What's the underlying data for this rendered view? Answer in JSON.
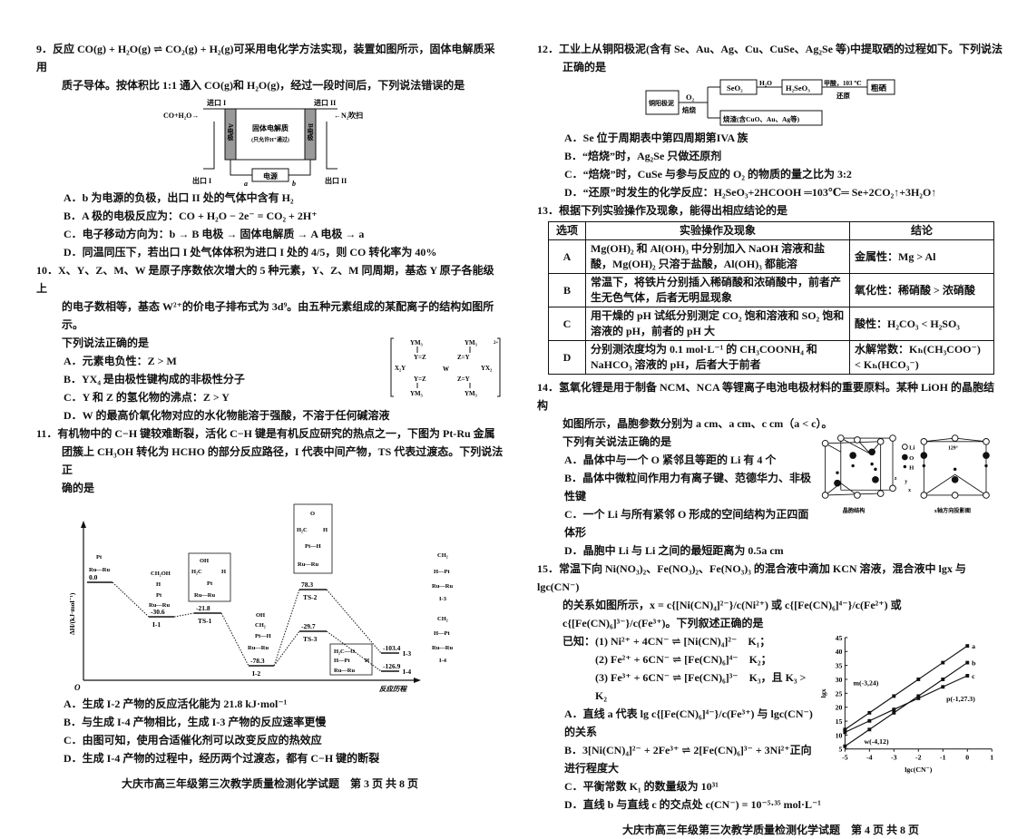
{
  "left_page": {
    "q9": {
      "stem": [
        "9．反应 CO(g) + H₂O(g) ⇌ CO₂(g) + H₂(g)可采用电化学方法实现，装置如图所示，固体电解质采用",
        "质子导体。按体积比 1:1 通入 CO(g)和 H₂O(g)，经过一段时间后，下列说法错误的是"
      ],
      "figure": {
        "inlet1": "进口 I",
        "inlet2": "进口 II",
        "feed1": "CO+H₂O→",
        "feed2": "←N₂吹扫",
        "electrode_a": "A电极",
        "electrode_b": "B电极",
        "electrolyte": "固体电解质",
        "electrolyte_note": "(只允许H⁺通过)",
        "outlet1": "出口 I",
        "outlet2": "出口 II",
        "power": "电源",
        "pole_a": "a",
        "pole_b": "b"
      },
      "options": [
        "A．b 为电源的负极，出口 II 处的气体中含有 H₂",
        "B．A 极的电极反应为：CO + H₂O − 2e⁻ = CO₂ + 2H⁺",
        "C．电子移动方向为：b → B 电极 → 固体电解质 → A 电极 → a",
        "D．同温同压下，若出口 I 处气体体积为进口 I 处的 4/5，则 CO 转化率为 40%"
      ]
    },
    "q10": {
      "stem": [
        "10．X、Y、Z、M、W 是原子序数依次增大的 5 种元素，Y、Z、M 同周期，基态 Y 原子各能级上",
        "的电子数相等，基态 W²⁺的价电子排布式为 3d⁹。由五种元素组成的某配离子的结构如图所示。",
        "下列说法正确的是"
      ],
      "figure": {
        "ym3": "YM₃",
        "x2y": "X₂Y",
        "yx2": "YX₂",
        "yz": "Y=Z",
        "zy": "Z=Y",
        "w": "W",
        "charge": "2+"
      },
      "options": [
        "A．元素电负性：Z > M",
        "B．YX₄ 是由极性键构成的非极性分子",
        "C．Y 和 Z 的氢化物的沸点：Z > Y",
        "D．W 的最高价氧化物对应的水化物能溶于强酸，不溶于任何碱溶液"
      ]
    },
    "q11": {
      "stem": [
        "11．有机物中的 C−H 键较难断裂，活化 C−H 键是有机反应研究的热点之一，下图为 Pt-Ru 金属",
        "团簇上 CH₃OH 转化为 HCHO 的部分反应路径，I 代表中间产物，TS 代表过渡态。下列说法正",
        "确的是"
      ],
      "figure": {
        "ylabel": "ΔH/(kJ·mol⁻¹)",
        "xlabel": "反应历程",
        "origin": "O",
        "levels": [
          {
            "name": "",
            "value": "0.0"
          },
          {
            "name": "I-1",
            "value": "-30.6"
          },
          {
            "name": "TS-1",
            "value": "-21.8"
          },
          {
            "name": "I-2",
            "value": "-78.3"
          },
          {
            "name": "TS-2",
            "value": "78.3"
          },
          {
            "name": "TS-3",
            "value": "-29.7"
          },
          {
            "name": "I-3",
            "value": "-103.4"
          },
          {
            "name": "I-4",
            "value": "-126.9"
          }
        ],
        "atoms": {
          "pt": "Pt",
          "ruru": "Ru—Ru",
          "ch2oh": "CH₂OH",
          "h": "H",
          "oh": "OH",
          "h2c": "H₂C",
          "ch2": "CH₂",
          "pth": "Pt—H",
          "o": "O",
          "h2co": "H₂C—O",
          "hpt": "H—Pt",
          "ch2b": "CH₂"
        }
      },
      "options": [
        "A．生成 I-2 产物的反应活化能为 21.8 kJ·mol⁻¹",
        "B．与生成 I-4 产物相比，生成 I-3 产物的反应速率更慢",
        "C．由图可知，使用合适催化剂可以改变反应的热效应",
        "D．生成 I-4 产物的过程中，经历两个过渡态，都有 C−H 键的断裂"
      ]
    },
    "footer": "大庆市高三年级第三次教学质量检测化学试题　第 3 页 共 8 页"
  },
  "right_page": {
    "q12": {
      "stem": [
        "12．工业上从铜阳极泥(含有 Se、Au、Ag、Cu、CuSe、Ag₂Se 等)中提取硒的过程如下。下列说法",
        "正确的是"
      ],
      "flow": {
        "start": "铜阳极泥",
        "o2": "O₂",
        "roast": "焙烧",
        "seo2": "SeO₂",
        "h2o": "H₂O",
        "h2seo3": "H₂SeO₃",
        "reagent": "甲酸，103 ℃",
        "reduce": "还原",
        "product": "粗硒",
        "residue": "烧渣(含CuO、Au、Ag等)"
      },
      "options": [
        "A．Se 位于周期表中第四周期第IVA 族",
        "B．“焙烧”时，Ag₂Se 只做还原剂",
        "C．“焙烧”时，CuSe 与参与反应的 O₂ 的物质的量之比为 3:2",
        "D．“还原”时发生的化学反应：H₂SeO₃+2HCOOH ═103℃═ Se+2CO₂↑+3H₂O↑"
      ]
    },
    "q13": {
      "stem": "13．根据下列实验操作及现象，能得出相应结论的是",
      "headers": [
        "选项",
        "实验操作及现象",
        "结论"
      ],
      "rows": [
        {
          "opt": "A",
          "op": "Mg(OH)₂ 和 Al(OH)₃ 中分别加入 NaOH 溶液和盐酸，Mg(OH)₂ 只溶于盐酸，Al(OH)₃ 都能溶",
          "concl": "金属性：Mg > Al"
        },
        {
          "opt": "B",
          "op": "常温下，将铁片分别插入稀硝酸和浓硝酸中，前者产生无色气体，后者无明显现象",
          "concl": "氧化性：稀硝酸 > 浓硝酸"
        },
        {
          "opt": "C",
          "op": "用干燥的 pH 试纸分别测定 CO₂ 饱和溶液和 SO₂ 饱和溶液的 pH，前者的 pH 大",
          "concl": "酸性：H₂CO₃ < H₂SO₃"
        },
        {
          "opt": "D",
          "op": "分别测浓度均为 0.1 mol·L⁻¹ 的 CH₃COONH₄ 和 NaHCO₃ 溶液的 pH，后者大于前者",
          "concl": "水解常数：Kₕ(CH₃COO⁻) < Kₕ(HCO₃⁻)"
        }
      ]
    },
    "q14": {
      "stem": [
        "14．氢氧化锂是用于制备 NCM、NCA 等锂离子电池电极材料的重要原料。某种 LiOH 的晶胞结构",
        "如图所示，晶胞参数分别为 a cm、a cm、c cm（a < c）。",
        "下列有关说法正确的是"
      ],
      "figure": {
        "legend_li": "Li",
        "legend_o": "O",
        "legend_h": "H",
        "angle": "129°",
        "axis_z": "z",
        "axis_y": "y",
        "axis_x": "x",
        "caption1": "晶胞结构",
        "caption2": "x轴方向投影图"
      },
      "options": [
        "A．晶体中与一个 O 紧邻且等距的 Li 有 4 个",
        "B．晶体中微粒间作用力有离子键、范德华力、非极性键",
        "C．一个 Li 与所有紧邻 O 形成的空间结构为正四面体形",
        "D．晶胞中 Li 与 Li 之间的最短距离为 0.5a cm"
      ]
    },
    "q15": {
      "stem": [
        "15．常温下向 Ni(NO₃)₂、Fe(NO₃)₂、Fe(NO₃)₃ 的混合液中滴加 KCN 溶液，混合液中 lgx 与 lgc(CN⁻)",
        "的关系如图所示，x = c{[Ni(CN)₄]²⁻}/c(Ni²⁺) 或 c{[Fe(CN)₆]⁴⁻}/c(Fe²⁺) 或 c{[Fe(CN)₆]³⁻}/c(Fe³⁺)。下列叙述正确的是"
      ],
      "known": [
        "已知：(1) Ni²⁺ + 4CN⁻ ⇌ [Ni(CN)₄]²⁻　K₁；",
        "(2) Fe²⁺ + 6CN⁻ ⇌ [Fe(CN)₆]⁴⁻　K₂；",
        "(3) Fe³⁺ + 6CN⁻ ⇌ [Fe(CN)₆]³⁻　K₃，且 K₃ > K₂"
      ],
      "options": [
        "A．直线 a 代表 lg c{[Fe(CN)₆]⁴⁻}/c(Fe³⁺) 与 lgc(CN⁻)的关系",
        "B．3[Ni(CN)₄]²⁻ + 2Fe³⁺ ⇌ 2[Fe(CN)₆]³⁻ + 3Ni²⁺正向进行程度大",
        "C．平衡常数 K₁ 的数量级为 10³¹",
        "D．直线 b 与直线 c 的交点处 c(CN⁻) = 10⁻⁵·³⁵ mol·L⁻¹"
      ],
      "chart_data": {
        "type": "line",
        "xlabel": "lgc(CN⁻)",
        "ylabel": "lgx",
        "xlim": [
          -5,
          1
        ],
        "ylim": [
          5,
          45
        ],
        "xticks": [
          "-5",
          "-4",
          "-3",
          "-2",
          "-1",
          "0",
          "1"
        ],
        "yticks": [
          "5",
          "10",
          "15",
          "20",
          "25",
          "30",
          "35",
          "40",
          "45"
        ],
        "series": [
          {
            "name": "a",
            "x": [
              -5,
              -4,
              -3,
              -2,
              -1,
              0
            ],
            "y": [
              12,
              18,
              24,
              30,
              36,
              42
            ]
          },
          {
            "name": "b",
            "x": [
              -5,
              -4,
              -3,
              -2,
              -1,
              0
            ],
            "y": [
              6,
              12,
              18,
              24,
              30,
              36
            ]
          },
          {
            "name": "c",
            "x": [
              -5,
              -4,
              -3,
              -2,
              -1,
              0
            ],
            "y": [
              11,
              15.1,
              19.2,
              23.2,
              27.3,
              31.3
            ]
          }
        ],
        "annotations": [
          {
            "text": "m(-3,24)",
            "x": -3,
            "y": 24
          },
          {
            "text": "p(-1,27.3)",
            "x": -1,
            "y": 27.3
          },
          {
            "text": "w(-4,12)",
            "x": -4,
            "y": 12
          }
        ]
      }
    },
    "footer": "大庆市高三年级第三次教学质量检测化学试题　第 4 页 共 8 页"
  }
}
